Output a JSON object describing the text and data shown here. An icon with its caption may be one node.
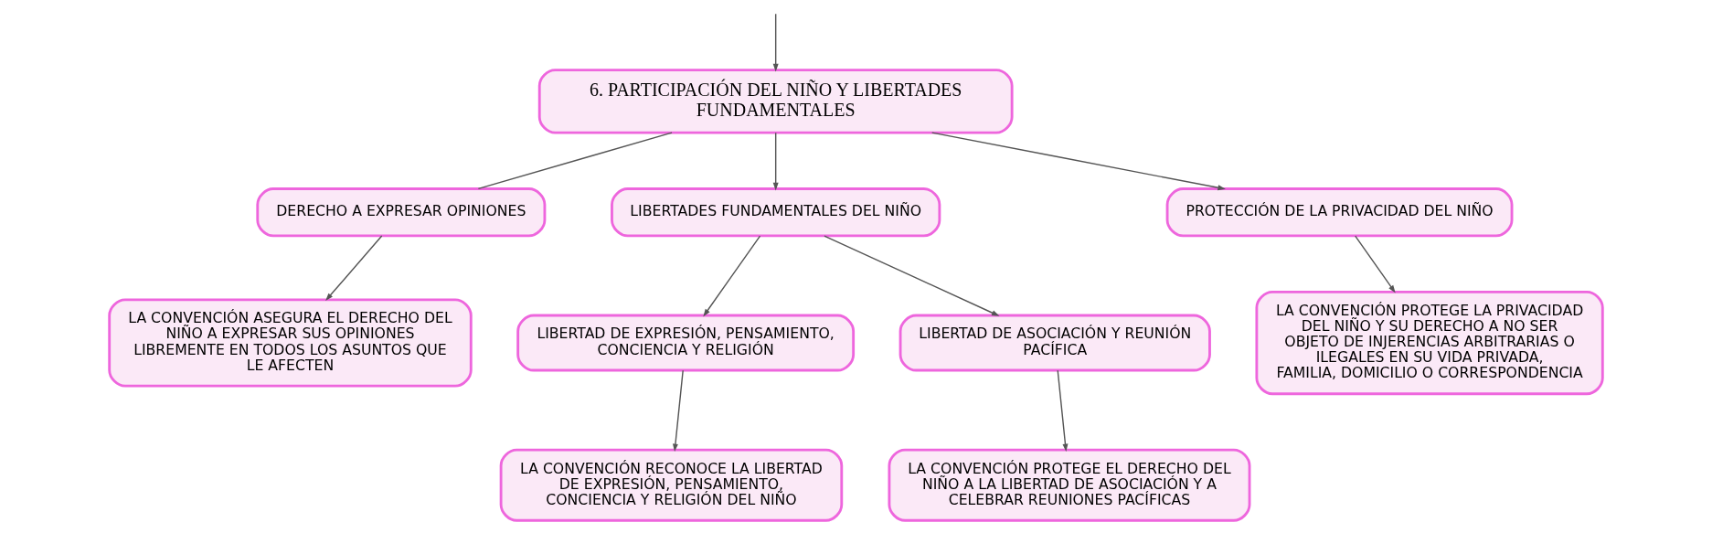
{
  "diagram": {
    "nodes": [
      {
        "text": [
          "6. PARTICIPACIÓN DEL NIÑO Y LIBERTADES FUNDAMENTALES"
        ]
      },
      {
        "text": [
          "DERECHO A EXPRESAR OPINIONES"
        ]
      },
      {
        "text": [
          "LIBERTADES FUNDAMENTALES DEL NIÑO"
        ]
      },
      {
        "text": [
          "PROTECCIÓN DE LA PRIVACIDAD DEL NIÑO"
        ]
      },
      {
        "text": [
          "LA CONVENCIÓN ASEGURA EL DERECHO DEL NIÑO A EXPRESAR SUS OPINIONES LIBREMENTE EN TODOS LOS ASUNTOS QUE LE AFECTEN"
        ]
      },
      {
        "text": [
          "LIBERTAD DE EXPRESIÓN, PENSAMIENTO, CONCIENCIA Y RELIGIÓN"
        ]
      },
      {
        "text": [
          "LIBERTAD DE ASOCIACIÓN Y REUNIÓN PACÍFICA"
        ]
      },
      {
        "text": [
          "LA CONVENCIÓN RECONOCE LA LIBERTAD DE EXPRESIÓN, PENSAMIENTO, CONCIENCIA Y RELIGIÓN DEL NIÑO"
        ]
      },
      {
        "text": [
          "LA CONVENCIÓN PROTEGE EL DERECHO DEL NIÑO A LA LIBERTAD DE ASOCIACIÓN Y A CELEBRAR REUNIONES PACÍFICAS"
        ]
      },
      {
        "text": [
          "LA CONVENCIÓN PROTEGE LA PRIVACIDAD DEL NIÑO Y SU DERECHO A NO SER OBJETO DE INJERENCIAS ARBITRARIAS O ILEGALES EN SU VIDA PRIVADA, FAMILIA, DOMICILIO O CORRESPONDENCIA"
        ]
      }
    ],
    "edges": [
      {
        "from": null,
        "to": 0,
        "arrow": "to"
      },
      {
        "from": 0,
        "to": 1,
        "arrow": "none"
      },
      {
        "from": 0,
        "to": 2,
        "arrow": "to"
      },
      {
        "from": 0,
        "to": 3,
        "arrow": "to"
      },
      {
        "from": 1,
        "to": 4,
        "arrow": "to"
      },
      {
        "from": 2,
        "to": 5,
        "arrow": "to"
      },
      {
        "from": 2,
        "to": 6,
        "arrow": "to"
      },
      {
        "from": 5,
        "to": 7,
        "arrow": "to"
      },
      {
        "from": 6,
        "to": 8,
        "arrow": "to"
      },
      {
        "from": 3,
        "to": 9,
        "arrow": "to"
      }
    ]
  }
}
